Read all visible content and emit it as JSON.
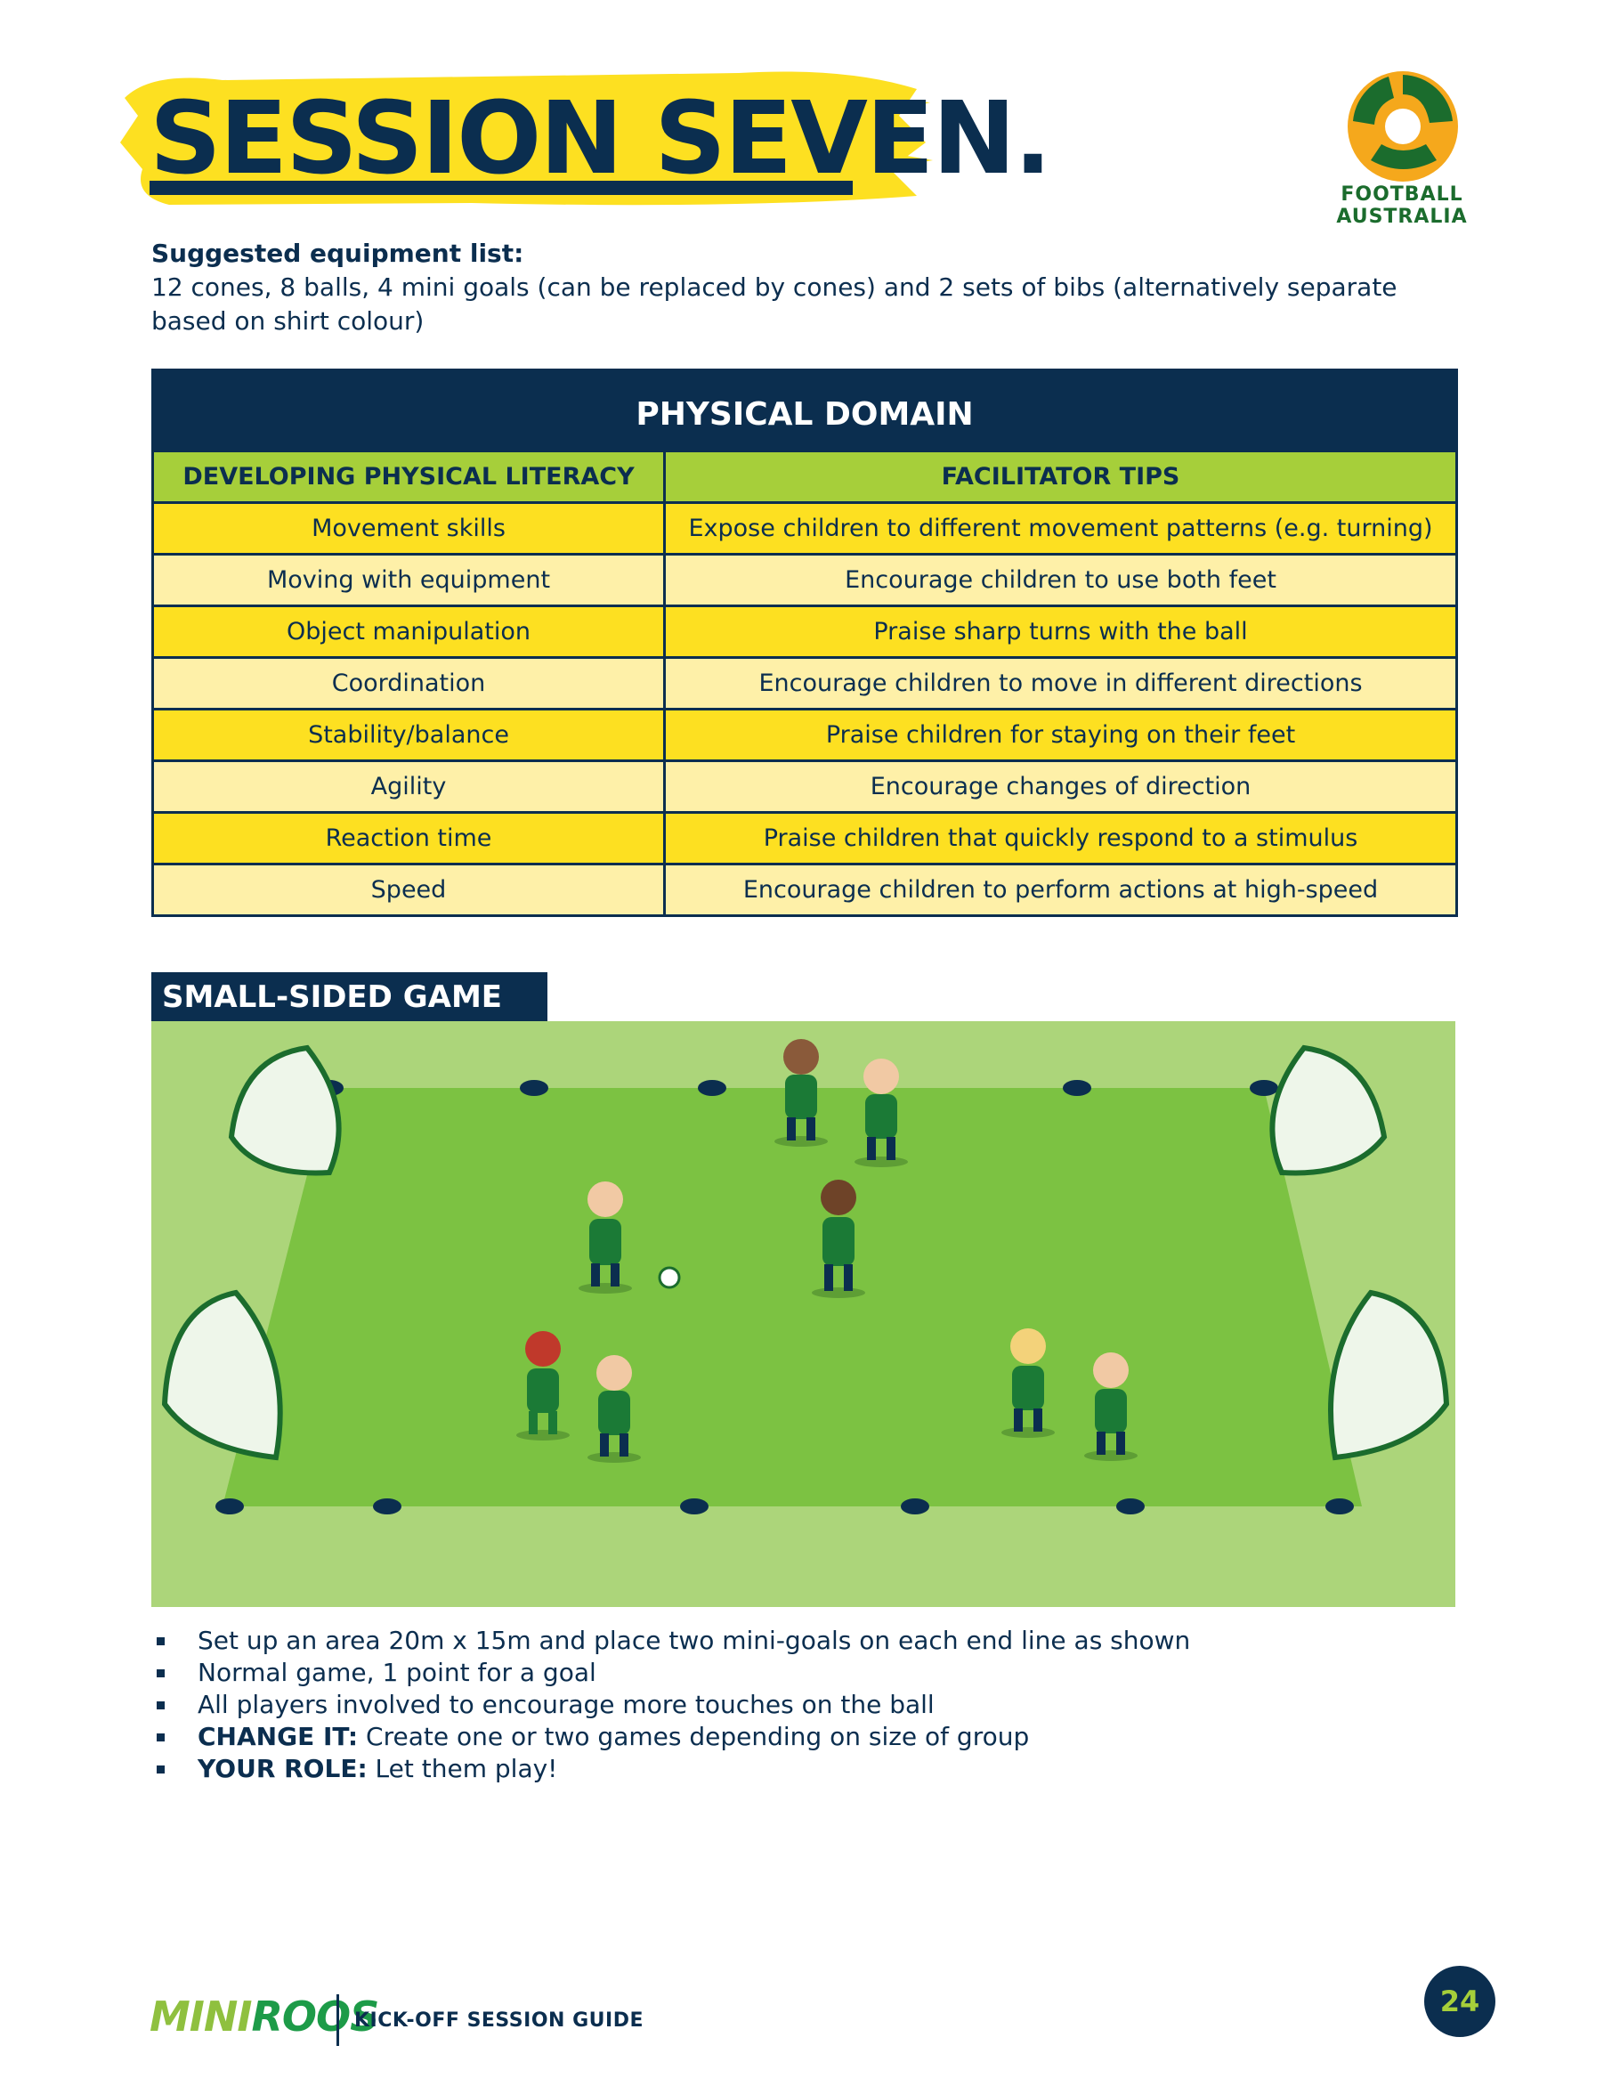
{
  "header": {
    "title": "SESSION SEVEN.",
    "logo_line1": "FOOTBALL",
    "logo_line2": "AUSTRALIA"
  },
  "equipment": {
    "heading": "Suggested equipment list:",
    "text": "12 cones, 8 balls, 4 mini goals (can be replaced by cones) and 2 sets of bibs (alternatively separate based on shirt colour)"
  },
  "table": {
    "title": "PHYSICAL DOMAIN",
    "col1_header": "DEVELOPING PHYSICAL LITERACY",
    "col2_header": "FACILITATOR TIPS",
    "rows": [
      {
        "skill": "Movement skills",
        "tip": "Expose children to different movement patterns (e.g. turning)"
      },
      {
        "skill": "Moving with equipment",
        "tip": "Encourage children to use both feet"
      },
      {
        "skill": "Object manipulation",
        "tip": "Praise sharp turns with the ball"
      },
      {
        "skill": "Coordination",
        "tip": "Encourage children to move in different directions"
      },
      {
        "skill": "Stability/balance",
        "tip": "Praise children for staying on their feet"
      },
      {
        "skill": "Agility",
        "tip": "Encourage changes of direction"
      },
      {
        "skill": "Reaction time",
        "tip": "Praise children that quickly respond to a stimulus"
      },
      {
        "skill": "Speed",
        "tip": "Encourage children to perform actions at high-speed"
      }
    ]
  },
  "game": {
    "label": "SMALL-SIDED GAME",
    "bullets": [
      {
        "bold": "",
        "text": "Set up an area 20m x 15m and place two mini-goals on each end line as shown"
      },
      {
        "bold": "",
        "text": "Normal game, 1 point for a goal"
      },
      {
        "bold": "",
        "text": "All players involved to encourage more touches on the ball"
      },
      {
        "bold": "CHANGE IT:",
        "text": " Create one or two games depending on size of group"
      },
      {
        "bold": "YOUR ROLE:",
        "text": " Let them play!"
      }
    ]
  },
  "footer": {
    "brand_first": "MINI",
    "brand_rest": "ROOS",
    "guide": "KICK-OFF SESSION GUIDE",
    "page": "24"
  },
  "colors": {
    "navy": "#0b2e4f",
    "yellow": "#fde021",
    "light_yellow": "#fef0a8",
    "green": "#a6cf3a"
  }
}
